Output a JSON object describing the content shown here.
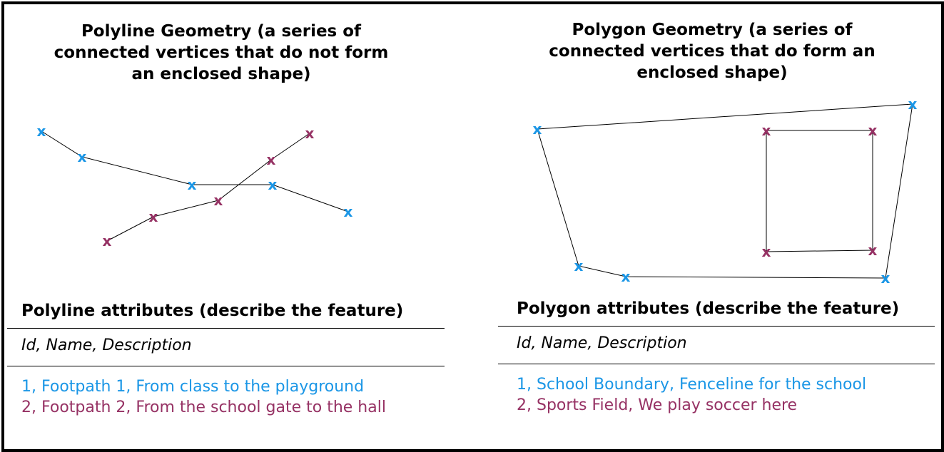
{
  "colors": {
    "feature1": "#1a96e6",
    "feature2": "#963264",
    "outline": "#000000"
  },
  "vertex_symbol": "x",
  "polyline": {
    "title": "Polyline Geometry (a series of\nconnected vertices that do not form\nan enclosed shape)",
    "attributes_title": "Polyline attributes (describe the feature)",
    "fields": "Id, Name, Description",
    "rows": [
      "1, Footpath 1, From class to the playground",
      "2, Footpath 2, From the school gate to the hall"
    ]
  },
  "polygon": {
    "title": "Polygon Geometry (a series of\nconnected vertices that do form an\nenclosed shape)",
    "attributes_title": "Polygon attributes (describe the feature)",
    "fields": "Id, Name, Description",
    "rows": [
      "1, School Boundary, Fenceline for the school",
      "2, Sports Field, We play soccer here"
    ]
  }
}
